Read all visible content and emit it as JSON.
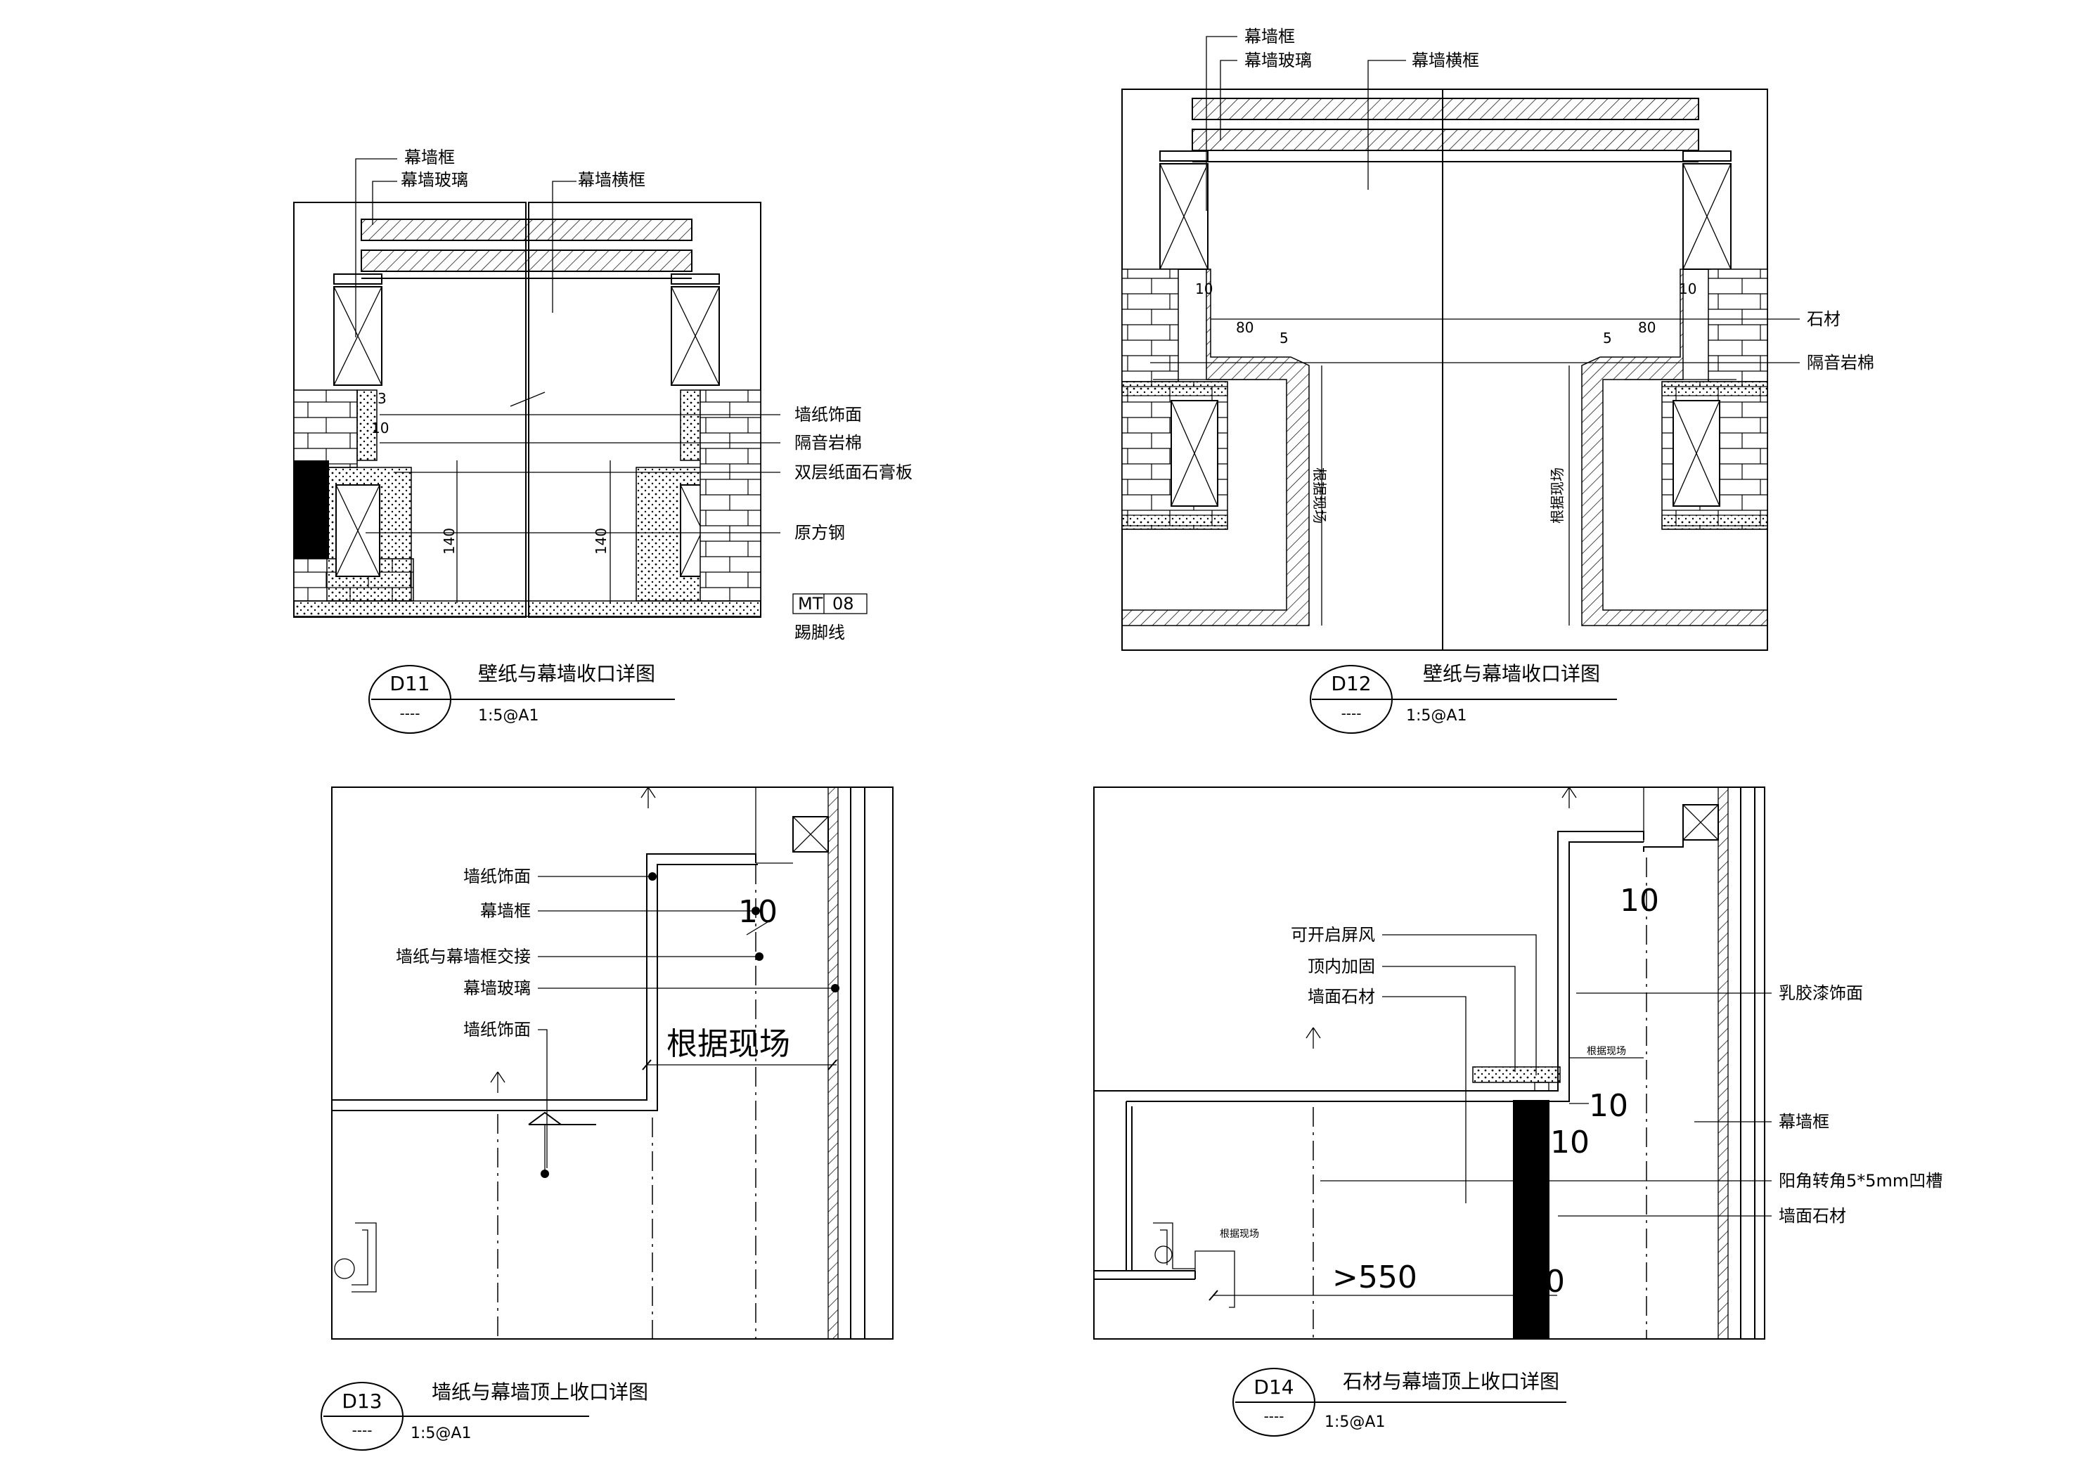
{
  "d11": {
    "id": "D11",
    "ref": "----",
    "title": "壁纸与幕墙收口详图",
    "scale": "1:5@A1",
    "labels": [
      "幕墙框",
      "幕墙玻璃",
      "幕墙横框",
      "墙纸饰面",
      "隔音岩棉",
      "双层纸面石膏板",
      "原方钢"
    ],
    "tag_a": "MT",
    "tag_b": "08",
    "tag_caption": "踢脚线",
    "dim_140": "140",
    "dim_3": "3",
    "dim_10": "10"
  },
  "d12": {
    "id": "D12",
    "ref": "----",
    "title": "壁纸与幕墙收口详图",
    "scale": "1:5@A1",
    "labels": [
      "幕墙框",
      "幕墙玻璃",
      "幕墙横框",
      "石材",
      "隔音岩棉"
    ],
    "vertical_note": "根据现场",
    "dim_10": "10",
    "dim_80": "80",
    "dim_5": "5"
  },
  "d13": {
    "id": "D13",
    "ref": "----",
    "title": "墙纸与幕墙顶上收口详图",
    "scale": "1:5@A1",
    "labels": [
      "墙纸饰面",
      "幕墙框",
      "墙纸与幕墙框交接",
      "幕墙玻璃",
      "墙纸饰面"
    ],
    "dim_10": "10",
    "site_note": "根据现场"
  },
  "d14": {
    "id": "D14",
    "ref": "----",
    "title": "石材与幕墙顶上收口详图",
    "scale": "1:5@A1",
    "labels_left": [
      "可开启屏风",
      "顶内加固",
      "墙面石材"
    ],
    "labels_right": [
      "乳胶漆饰面",
      "幕墙框",
      "阳角转角5*5mm凹槽",
      "墙面石材"
    ],
    "dim_10": "10",
    "dim_550": ">550",
    "dim_80": "80",
    "site_note": "根据现场"
  }
}
